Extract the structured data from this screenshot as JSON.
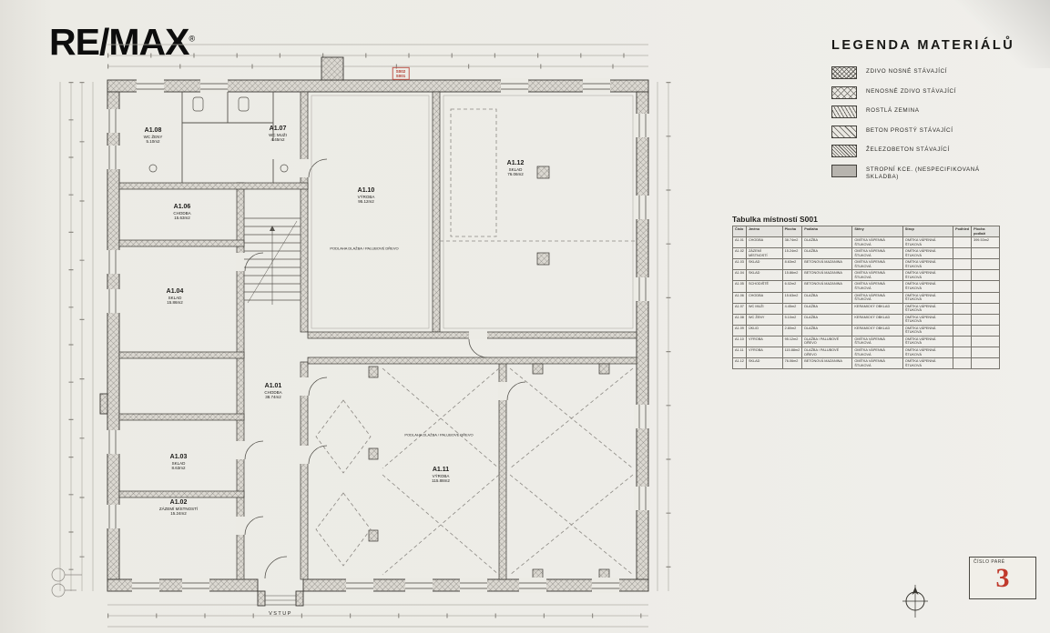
{
  "logo": {
    "text": "RE/MAX",
    "reg": "®"
  },
  "legend": {
    "title": "LEGENDA MATERIÁLŮ",
    "items": [
      {
        "label": "ZDIVO NOSNÉ STÁVAJÍCÍ",
        "swatch": "crosshatch"
      },
      {
        "label": "NENOSNÉ ZDIVO STÁVAJÍCÍ",
        "swatch": "crosshatch-light"
      },
      {
        "label": "ROSTLÁ ZEMINA",
        "swatch": "hatch-steep"
      },
      {
        "label": "BETON PROSTÝ STÁVAJÍCÍ",
        "swatch": "hatch"
      },
      {
        "label": "ŽELEZOBETON STÁVAJÍCÍ",
        "swatch": "hatch-dense"
      },
      {
        "label": "STROPNÍ KCE. (NESPECIFIKOVANÁ SKLADBA)",
        "swatch": "solid"
      }
    ]
  },
  "table": {
    "title": "Tabulka místností S001",
    "columns": [
      "Číslo",
      "Jméno",
      "Plocha",
      "Podlaha",
      "Stěny",
      "Strop",
      "Podhled",
      "Plocha podlaží"
    ],
    "rows": [
      [
        "A1.01",
        "CHODBA",
        "38.74m2",
        "DLAŽBA",
        "OMÍTKA VÁPENNÁ ŠTUKOVÁ",
        "OMÍTKA VÁPENNÁ ŠTUKOVÁ",
        "",
        "399.53m2"
      ],
      [
        "A1.02",
        "ZÁZEMÍ MÍSTNOSTÍ",
        "15.24m2",
        "DLAŽBA",
        "OMÍTKA VÁPENNÁ ŠTUKOVÁ",
        "OMÍTKA VÁPENNÁ ŠTUKOVÁ",
        "",
        ""
      ],
      [
        "A1.03",
        "SKLAD",
        "8.63m2",
        "BETONOVÁ MAZANINA",
        "OMÍTKA VÁPENNÁ ŠTUKOVÁ",
        "OMÍTKA VÁPENNÁ ŠTUKOVÁ",
        "",
        ""
      ],
      [
        "A1.04",
        "SKLAD",
        "15.86m2",
        "BETONOVÁ MAZANINA",
        "OMÍTKA VÁPENNÁ ŠTUKOVÁ",
        "OMÍTKA VÁPENNÁ ŠTUKOVÁ",
        "",
        ""
      ],
      [
        "A1.05",
        "SCHODIŠTĚ",
        "6.02m2",
        "BETONOVÁ MAZANINA",
        "OMÍTKA VÁPENNÁ ŠTUKOVÁ",
        "OMÍTKA VÁPENNÁ ŠTUKOVÁ",
        "",
        ""
      ],
      [
        "A1.06",
        "CHODBA",
        "15.63m2",
        "DLAŽBA",
        "OMÍTKA VÁPENNÁ ŠTUKOVÁ",
        "OMÍTKA VÁPENNÁ ŠTUKOVÁ",
        "",
        ""
      ],
      [
        "A1.07",
        "WC MUŽI",
        "4.45m2",
        "DLAŽBA",
        "KERAMICKÝ OBKLAD",
        "OMÍTKA VÁPENNÁ ŠTUKOVÁ",
        "",
        ""
      ],
      [
        "A1.08",
        "WC ŽENY",
        "5.10m2",
        "DLAŽBA",
        "KERAMICKÝ OBKLAD",
        "OMÍTKA VÁPENNÁ ŠTUKOVÁ",
        "",
        ""
      ],
      [
        "A1.09",
        "ÚKLID",
        "2.80m2",
        "DLAŽBA",
        "KERAMICKÝ OBKLAD",
        "OMÍTKA VÁPENNÁ ŠTUKOVÁ",
        "",
        ""
      ],
      [
        "A1.10",
        "VÝROBA",
        "95.12m2",
        "DLAŽBA / PALUBOVÉ DŘEVO",
        "OMÍTKA VÁPENNÁ ŠTUKOVÁ",
        "OMÍTKA VÁPENNÁ ŠTUKOVÁ",
        "",
        ""
      ],
      [
        "A1.11",
        "VÝROBA",
        "115.88m2",
        "DLAŽBA / PALUBOVÉ DŘEVO",
        "OMÍTKA VÁPENNÁ ŠTUKOVÁ",
        "OMÍTKA VÁPENNÁ ŠTUKOVÁ",
        "",
        ""
      ],
      [
        "A1.12",
        "SKLAD",
        "76.06m2",
        "BETONOVÁ MAZANINA",
        "OMÍTKA VÁPENNÁ ŠTUKOVÁ",
        "OMÍTKA VÁPENNÁ ŠTUKOVÁ",
        "",
        ""
      ]
    ]
  },
  "plan": {
    "rooms": [
      {
        "id": "A1.08",
        "name": "WC ŽENY",
        "area": "5.10m2"
      },
      {
        "id": "A1.07",
        "name": "WC MUŽI",
        "area": "4.45m2"
      },
      {
        "id": "A1.06",
        "name": "CHODBA",
        "area": "15.63m2"
      },
      {
        "id": "A1.04",
        "name": "SKLAD",
        "area": "15.86m2"
      },
      {
        "id": "A1.10",
        "name": "VÝROBA",
        "area": "95.12m2"
      },
      {
        "id": "A1.12",
        "name": "SKLAD",
        "area": "76.06m2"
      },
      {
        "id": "A1.01",
        "name": "CHODBA",
        "area": "38.74m2"
      },
      {
        "id": "A1.03",
        "name": "SKLAD",
        "area": "8.63m2"
      },
      {
        "id": "A1.02",
        "name": "ZÁZEMÍ MÍSTNOSTÍ",
        "area": "15.24m2"
      },
      {
        "id": "A1.11",
        "name": "VÝROBA",
        "area": "115.88m2"
      }
    ],
    "notes": {
      "floor_note": "PODLAHA DLAŽBA / PALUBOVÉ DŘEVO",
      "entrance": "VSTUP",
      "section_top": "S002",
      "section_bottom": "S001"
    }
  },
  "pare": {
    "label": "ČÍSLO PARÉ",
    "number": "3"
  }
}
